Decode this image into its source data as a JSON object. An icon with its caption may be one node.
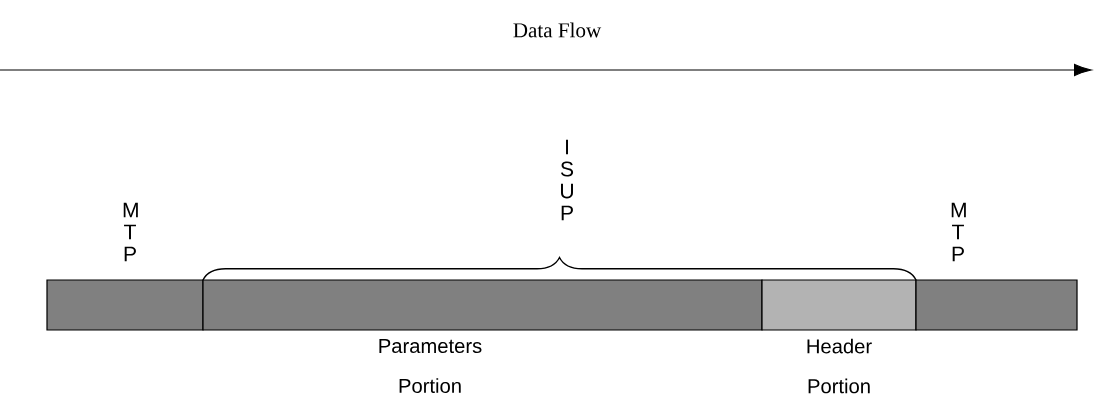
{
  "diagram": {
    "nodes": [
      {
        "text": [],
        "shape": "bar",
        "beside": [
          "M T P"
        ]
      },
      {
        "text": [],
        "shape": "bar",
        "beside": [
          "Parameters Portion"
        ]
      },
      {
        "text": [],
        "shape": "bar",
        "beside": [
          "Header Portion"
        ]
      },
      {
        "text": [],
        "shape": "bar",
        "beside": [
          "M T P"
        ]
      }
    ],
    "labels": [
      "Data Flow",
      "I S U P"
    ]
  }
}
